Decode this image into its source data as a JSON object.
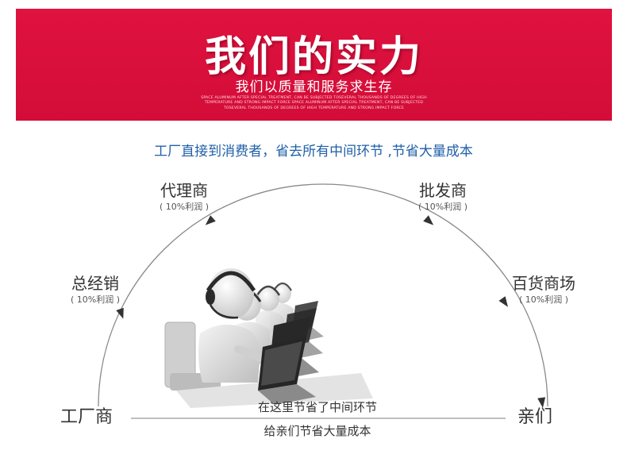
{
  "banner": {
    "title": "我们的实力",
    "subtitle": "我们以质量和服务求生存",
    "fine_print": [
      "SPACE ALUMINUM AFTER SPECIAL TREATMENT, CAN BE SUBJECTED TOSEVERAL THOUSANDS OF DEGREES OF HIGH",
      "TEMPERATURE AND STRONG IMPACT FORCE SPACE ALUMINUM AFTER SPECIAL TREATMENT, CAN BE SUBJECTED",
      "TOSEVERAL THOUSANDS OF DEGREES OF HIGH TEMPERATURE AND STRONG IMPACT FORCE"
    ],
    "color": "#d30d38"
  },
  "tagline": "工厂直接到消费者，省去所有中间环节 ,节省大量成本",
  "nodes": {
    "distributor": {
      "name": "总经销",
      "sub": "( 10%利润 )"
    },
    "agent": {
      "name": "代理商",
      "sub": "( 10%利润 )"
    },
    "wholesaler": {
      "name": "批发商",
      "sub": "( 10%利润 )"
    },
    "department_store": {
      "name": "百货商场",
      "sub": "( 10%利润 )"
    }
  },
  "factory": "工厂商",
  "consumer": "亲们",
  "savings": {
    "line1": "在这里节省了中间环节",
    "line2": "给亲们节省大量成本"
  },
  "colors": {
    "accent": "#1f5fa8",
    "arc": "#888888"
  },
  "icons": {
    "illustration": "call-center-operators-icon",
    "arrow": "arrow-head-icon"
  }
}
